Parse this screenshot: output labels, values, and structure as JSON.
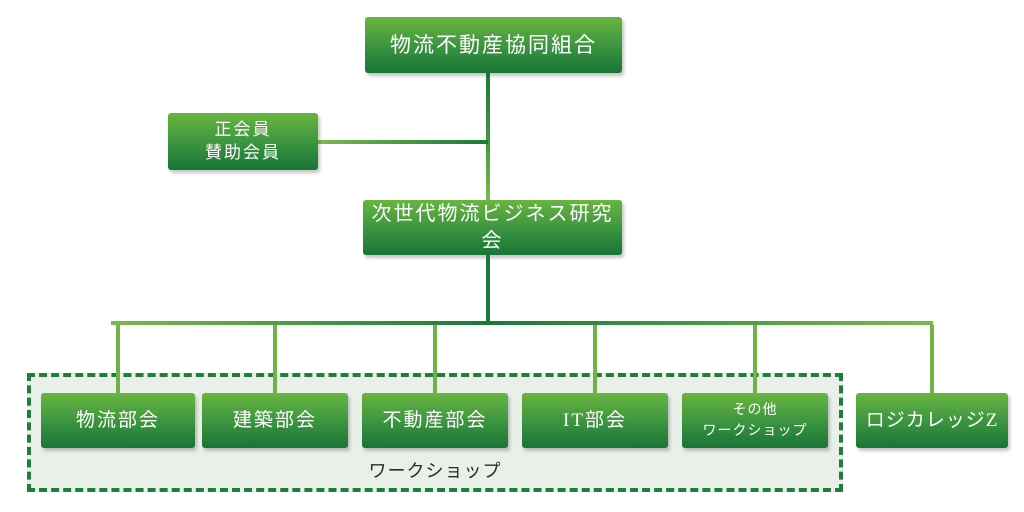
{
  "org_chart": {
    "root": {
      "label": "物流不動産協同組合"
    },
    "membership": {
      "label": "正会員\n賛助会員"
    },
    "research": {
      "label": "次世代物流ビジネス研究会"
    },
    "departments": [
      {
        "label": "物流部会"
      },
      {
        "label": "建築部会"
      },
      {
        "label": "不動産部会"
      },
      {
        "label": "IT部会"
      },
      {
        "label": "その他\nワークショップ"
      }
    ],
    "college": {
      "label": "ロジカレッジZ"
    },
    "workshop_frame": {
      "label": "ワークショップ"
    },
    "colors": {
      "node_gradient_top": "#68b53f",
      "node_gradient_bottom": "#187536",
      "connector_light": "#79ba4d",
      "connector_dark": "#1b7a38",
      "frame_border": "#1e7e3a",
      "frame_fill": "#e9f0e9",
      "node_text": "#ffffff",
      "frame_label_text": "#2b2b2b"
    }
  }
}
